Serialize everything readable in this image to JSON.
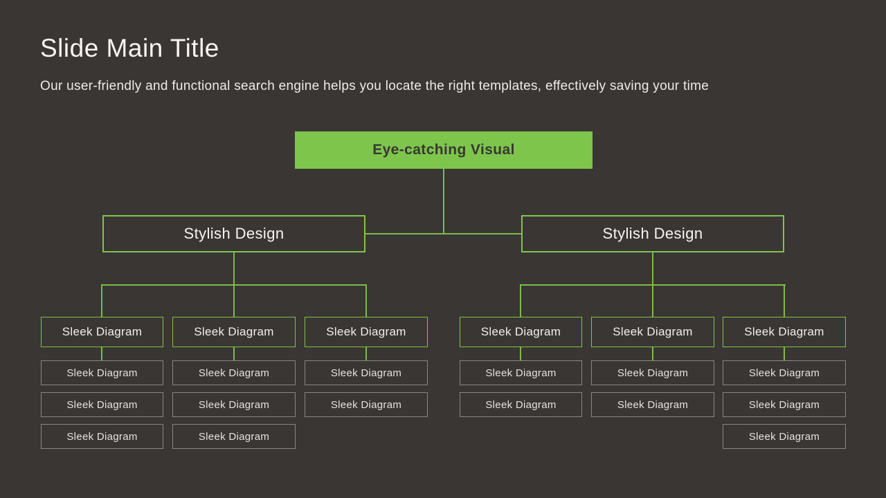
{
  "slide": {
    "title": "Slide Main Title",
    "subtitle": "Our user-friendly and functional search engine helps you locate the right templates, effectively saving your time"
  },
  "colors": {
    "background": "#3A3633",
    "accent_green": "#7DC64B",
    "connector_green": "#79BE47",
    "gray_border": "#8A8781",
    "light_text": "#F7F5F2",
    "dark_text": "#3A3633"
  },
  "org_chart": {
    "root": {
      "label": "Eye-catching Visual"
    },
    "branches": [
      {
        "label": "Stylish Design",
        "children": [
          {
            "label": "Sleek Diagram",
            "items": [
              "Sleek Diagram",
              "Sleek Diagram",
              "Sleek Diagram"
            ]
          },
          {
            "label": "Sleek Diagram",
            "items": [
              "Sleek Diagram",
              "Sleek Diagram",
              "Sleek Diagram"
            ]
          },
          {
            "label": "Sleek Diagram",
            "items": [
              "Sleek Diagram",
              "Sleek Diagram"
            ]
          }
        ]
      },
      {
        "label": "Stylish Design",
        "children": [
          {
            "label": "Sleek Diagram",
            "items": [
              "Sleek Diagram",
              "Sleek Diagram"
            ]
          },
          {
            "label": "Sleek Diagram",
            "items": [
              "Sleek Diagram",
              "Sleek Diagram"
            ]
          },
          {
            "label": "Sleek Diagram",
            "items": [
              "Sleek Diagram",
              "Sleek Diagram",
              "Sleek Diagram"
            ]
          }
        ]
      }
    ]
  }
}
